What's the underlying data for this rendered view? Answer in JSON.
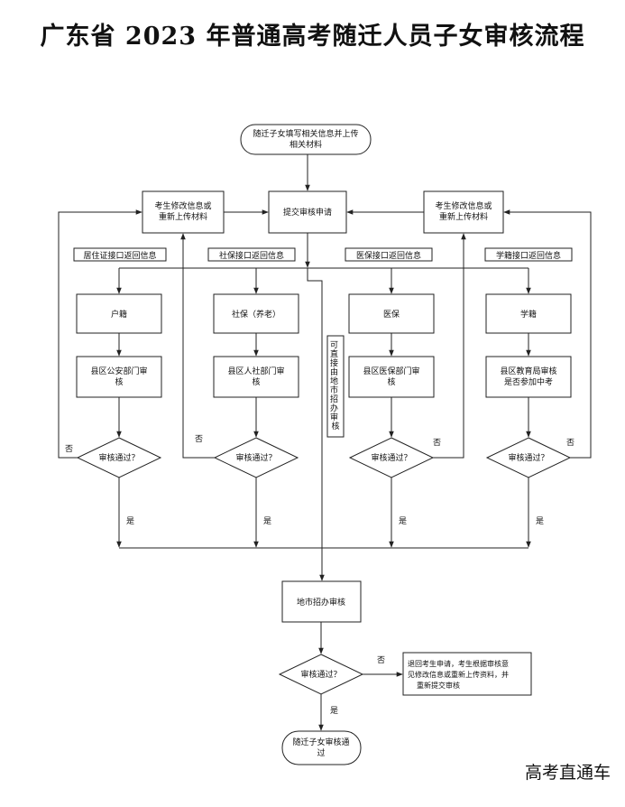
{
  "title": "广东省 2023 年普通高考随迁人员子女审核流程",
  "watermark": "高考直通车",
  "nodes": {
    "start": [
      "随迁子女填写相关信息并上传",
      "相关材料"
    ],
    "submit": [
      "提交审核申请"
    ],
    "modify_left": [
      "考生修改信息或",
      "重新上传材料"
    ],
    "modify_right": [
      "考生修改信息或",
      "重新上传材料"
    ],
    "huji": [
      "户籍"
    ],
    "shebao": [
      "社保（养老）"
    ],
    "yibao": [
      "医保"
    ],
    "xueji": [
      "学籍"
    ],
    "police": [
      "县区公安部门审",
      "核"
    ],
    "hr": [
      "县区人社部门审",
      "核"
    ],
    "medical": [
      "县区医保部门审",
      "核"
    ],
    "edu": [
      "县区教育局审核",
      "是否参加中考"
    ],
    "city": [
      "地市招办审核"
    ],
    "reject": [
      "退回考生申请，考生根据审核意",
      "见修改信息或重新上传资料，并",
      "重新提交审核"
    ],
    "end": [
      "随迁子女审核通",
      "过"
    ]
  },
  "labels": {
    "residence_return": "居住证接口返回信息",
    "social_return": "社保接口返回信息",
    "medical_return": "医保接口返回信息",
    "school_return": "学籍接口返回信息",
    "direct_city": [
      "可",
      "直",
      "接",
      "由",
      "地",
      "市",
      "招",
      "办",
      "审",
      "核"
    ]
  },
  "decisions": {
    "pass_q": "审核通过？",
    "yes": "是",
    "no": "否"
  }
}
